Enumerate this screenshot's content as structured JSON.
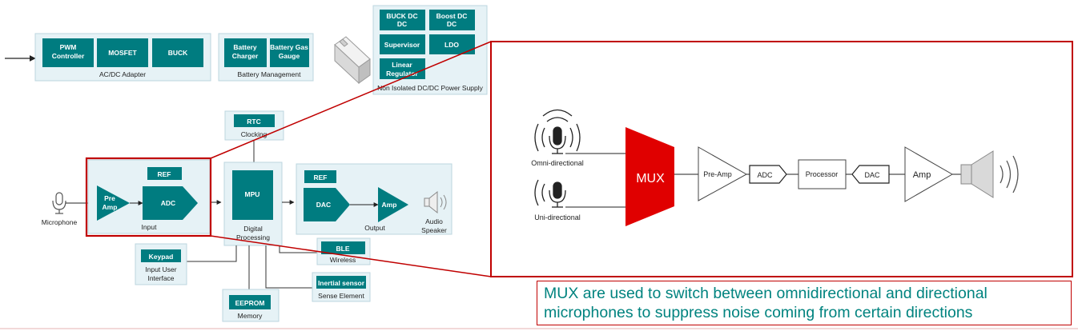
{
  "colors": {
    "block_fill": "#007c80",
    "panel_fill": "#e6f2f6",
    "panel_border": "#bcd6df",
    "highlight_red": "#c00000",
    "mux_red": "#e00000",
    "caption_text": "#00837f"
  },
  "power": {
    "adapter": {
      "blocks": [
        [
          "PWM",
          "Controller"
        ],
        [
          "MOSFET"
        ],
        [
          "BUCK"
        ]
      ],
      "label": "AC/DC Adapter"
    },
    "battery_mgmt": {
      "blocks": [
        [
          "Battery",
          "Charger"
        ],
        [
          "Battery Gas",
          "Gauge"
        ]
      ],
      "label": "Battery Management"
    },
    "dcdc": {
      "blocks": [
        [
          "BUCK DC",
          "DC"
        ],
        [
          "Boost DC",
          "DC"
        ],
        [
          "Supervisor"
        ],
        [
          "LDO"
        ],
        [
          "Linear",
          "Regulator"
        ]
      ],
      "label": "Non Isolated DC/DC Power Supply"
    },
    "battery_icon": "battery-icon"
  },
  "system": {
    "microphone_label": "Microphone",
    "input": {
      "ref": "REF",
      "preamp": [
        "Pre",
        "Amp"
      ],
      "adc": "ADC",
      "label": "Input"
    },
    "rtc": {
      "block": "RTC",
      "label": "Clocking"
    },
    "mpu": {
      "block": "MPU",
      "label": [
        "Digital",
        "Processing"
      ]
    },
    "output": {
      "ref": "REF",
      "dac": "DAC",
      "amp": "Amp",
      "label": "Output"
    },
    "speaker_label": [
      "Audio",
      "Speaker"
    ],
    "ble": {
      "block": "BLE",
      "label": "Wireless"
    },
    "keypad": {
      "block": "Keypad",
      "label": [
        "Input User",
        "Interface"
      ]
    },
    "inertial": {
      "block": "Inertial sensor",
      "label": "Sense Element"
    },
    "eeprom": {
      "block": "EEPROM",
      "label": "Memory"
    }
  },
  "detail": {
    "omni_label": "Omni-directional",
    "uni_label": "Uni-directional",
    "mux": "MUX",
    "preamp": "Pre-Amp",
    "adc": "ADC",
    "processor": "Processor",
    "dac": "DAC",
    "amp": "Amp"
  },
  "caption": {
    "line1": "MUX are used to switch between omnidirectional and directional",
    "line2": "microphones to suppress noise coming from certain directions"
  }
}
